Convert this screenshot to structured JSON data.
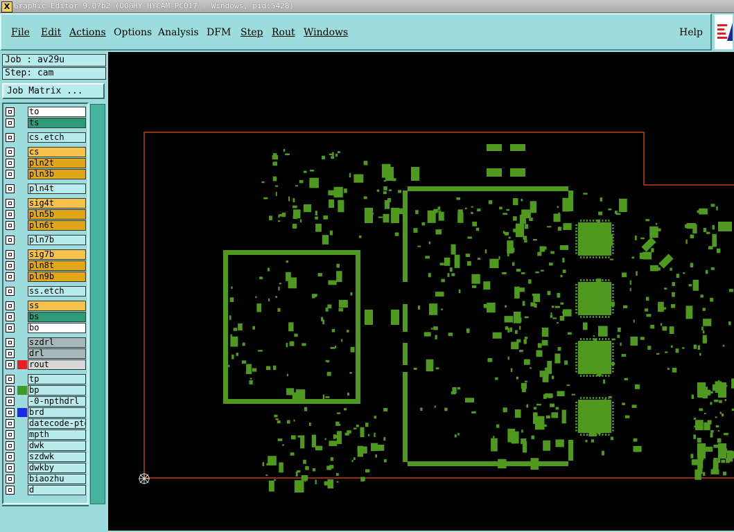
{
  "window": {
    "title": "Graphic Editor 9.0?b2 (OO@HY-HYCAM-PC017 - Windows, pid:5428)"
  },
  "menu": {
    "file": "File",
    "edit": "Edit",
    "actions": "Actions",
    "options": "Options",
    "analysis": "Analysis",
    "dfm": "DFM",
    "step": "Step",
    "rout": "Rout",
    "windows": "Windows",
    "help": "Help"
  },
  "job": {
    "label": "Job : av29u"
  },
  "step": {
    "label": "Step: cam"
  },
  "job_matrix": {
    "label": "Job Matrix ..."
  },
  "layers": [
    {
      "name": "to",
      "bg": "#ffffff",
      "swatch": ""
    },
    {
      "name": "ts",
      "bg": "#2e9a78",
      "swatch": ""
    },
    {
      "name": "cs.etch",
      "bg": "#b8ecec",
      "swatch": ""
    },
    {
      "name": "cs",
      "bg": "#f6c24c",
      "swatch": ""
    },
    {
      "name": "pln2t",
      "bg": "#e0a818",
      "swatch": ""
    },
    {
      "name": "pln3b",
      "bg": "#e0a818",
      "swatch": ""
    },
    {
      "name": "pln4t",
      "bg": "#b8ecec",
      "swatch": ""
    },
    {
      "name": "sig4t",
      "bg": "#f6c24c",
      "swatch": ""
    },
    {
      "name": "pln5b",
      "bg": "#e0a818",
      "swatch": ""
    },
    {
      "name": "pln6t",
      "bg": "#e0a818",
      "swatch": ""
    },
    {
      "name": "pln7b",
      "bg": "#b8ecec",
      "swatch": ""
    },
    {
      "name": "sig7b",
      "bg": "#f6c24c",
      "swatch": ""
    },
    {
      "name": "pln8t",
      "bg": "#e0a818",
      "swatch": ""
    },
    {
      "name": "pln9b",
      "bg": "#e0a818",
      "swatch": ""
    },
    {
      "name": "ss.etch",
      "bg": "#b8ecec",
      "swatch": ""
    },
    {
      "name": "ss",
      "bg": "#f6c24c",
      "swatch": ""
    },
    {
      "name": "bs",
      "bg": "#2e9a78",
      "swatch": ""
    },
    {
      "name": "bo",
      "bg": "#ffffff",
      "swatch": ""
    },
    {
      "name": "szdrl",
      "bg": "#a8b8b8",
      "swatch": ""
    },
    {
      "name": "drl",
      "bg": "#a8b8b8",
      "swatch": ""
    },
    {
      "name": "rout",
      "bg": "#d8d8d8",
      "swatch": "#e82020"
    },
    {
      "name": "tp",
      "bg": "#b8ecec",
      "swatch": ""
    },
    {
      "name": "bp",
      "bg": "#b8ecec",
      "swatch": "#3c9a2a"
    },
    {
      "name": "-0-npthdrl",
      "bg": "#b8ecec",
      "swatch": ""
    },
    {
      "name": "brd",
      "bg": "#b8ecec",
      "swatch": "#1a2ae8"
    },
    {
      "name": "datecode-pto",
      "bg": "#b8ecec",
      "swatch": ""
    },
    {
      "name": "mpth",
      "bg": "#b8ecec",
      "swatch": ""
    },
    {
      "name": "dwk",
      "bg": "#b8ecec",
      "swatch": ""
    },
    {
      "name": "szdwk",
      "bg": "#b8ecec",
      "swatch": ""
    },
    {
      "name": "dwkby",
      "bg": "#b8ecec",
      "swatch": ""
    },
    {
      "name": "biaozhu",
      "bg": "#b8ecec",
      "swatch": ""
    },
    {
      "name": "d",
      "bg": "#b8ecec",
      "swatch": ""
    }
  ],
  "colors": {
    "canvas": "#000000",
    "copper": "#4f9a1e",
    "outline": "#c83a1a"
  }
}
